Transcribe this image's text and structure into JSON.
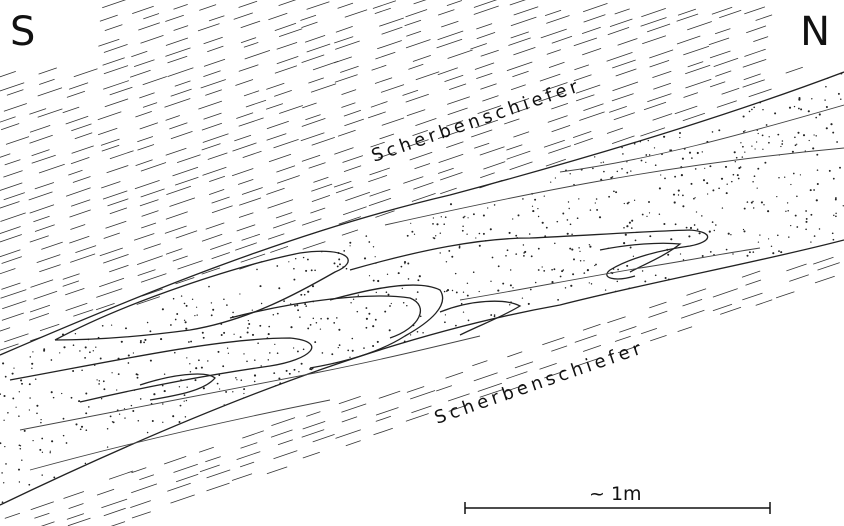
{
  "orientation": {
    "left": "S",
    "right": "N"
  },
  "units": {
    "upper": "Scherbenschiefer",
    "lower": "Scherbenschiefer"
  },
  "scale_bar": {
    "label": "~ 1m"
  },
  "colors": {
    "ink": "#111111",
    "paper": "#ffffff"
  }
}
